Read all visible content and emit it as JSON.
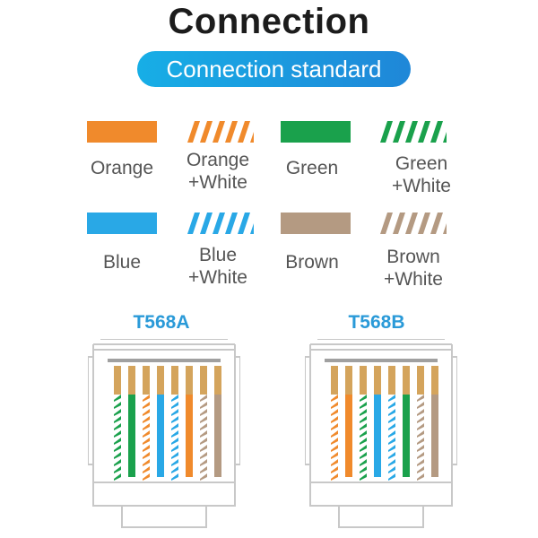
{
  "title": "Connection",
  "subtitle": "Connection standard",
  "colors": {
    "orange": "#f08a2c",
    "green": "#1aa14c",
    "blue": "#29a8e6",
    "brown": "#b49a82",
    "gold": "#d4a45c",
    "pill_start": "#17aee6",
    "pill_end": "#1f87d8",
    "standard_label": "#2a9ad8"
  },
  "legend": [
    {
      "label_line1": "Orange",
      "label_line2": "",
      "color": "#f08a2c",
      "striped": false
    },
    {
      "label_line1": "Orange",
      "label_line2": "+White",
      "color": "#f08a2c",
      "striped": true
    },
    {
      "label_line1": "Green",
      "label_line2": "",
      "color": "#1aa14c",
      "striped": false
    },
    {
      "label_line1": "Green",
      "label_line2": "+White",
      "color": "#1aa14c",
      "striped": true
    },
    {
      "label_line1": "Blue",
      "label_line2": "",
      "color": "#29a8e6",
      "striped": false
    },
    {
      "label_line1": "Blue",
      "label_line2": "+White",
      "color": "#29a8e6",
      "striped": true
    },
    {
      "label_line1": "Brown",
      "label_line2": "",
      "color": "#b49a82",
      "striped": false
    },
    {
      "label_line1": "Brown",
      "label_line2": "+White",
      "color": "#b49a82",
      "striped": true
    }
  ],
  "standards": [
    {
      "name": "T568A",
      "wires": [
        {
          "color": "#1aa14c",
          "striped": true
        },
        {
          "color": "#1aa14c",
          "striped": false
        },
        {
          "color": "#f08a2c",
          "striped": true
        },
        {
          "color": "#29a8e6",
          "striped": false
        },
        {
          "color": "#29a8e6",
          "striped": true
        },
        {
          "color": "#f08a2c",
          "striped": false
        },
        {
          "color": "#b49a82",
          "striped": true
        },
        {
          "color": "#b49a82",
          "striped": false
        }
      ]
    },
    {
      "name": "T568B",
      "wires": [
        {
          "color": "#f08a2c",
          "striped": true
        },
        {
          "color": "#f08a2c",
          "striped": false
        },
        {
          "color": "#1aa14c",
          "striped": true
        },
        {
          "color": "#29a8e6",
          "striped": false
        },
        {
          "color": "#29a8e6",
          "striped": true
        },
        {
          "color": "#1aa14c",
          "striped": false
        },
        {
          "color": "#b49a82",
          "striped": true
        },
        {
          "color": "#b49a82",
          "striped": false
        }
      ]
    }
  ]
}
